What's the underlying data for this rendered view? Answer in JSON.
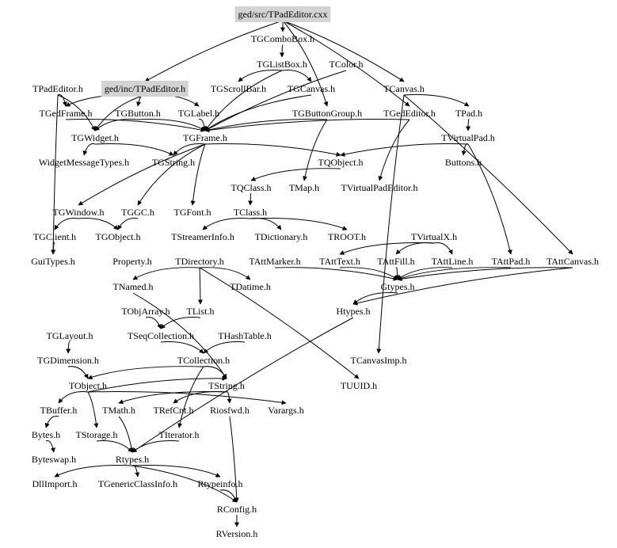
{
  "diagram": {
    "type": "include-dependency-graph",
    "root": "ged/src/TPadEditor.cxx",
    "highlight_color": "#d3d3d3",
    "nodes": [
      {
        "id": "src",
        "label": "ged/src/TPadEditor.cxx",
        "highlight": true
      },
      {
        "id": "TGComboBox",
        "label": "TGComboBox.h"
      },
      {
        "id": "TGListBox",
        "label": "TGListBox.h"
      },
      {
        "id": "TColor",
        "label": "TColor.h"
      },
      {
        "id": "TPadEditor",
        "label": "TPadEditor.h"
      },
      {
        "id": "inc",
        "label": "ged/inc/TPadEditor.h",
        "highlight": true
      },
      {
        "id": "TGScrollBar",
        "label": "TGScrollBar.h"
      },
      {
        "id": "TGCanvas",
        "label": "TGCanvas.h"
      },
      {
        "id": "TCanvas",
        "label": "TCanvas.h"
      },
      {
        "id": "TGedFrame",
        "label": "TGedFrame.h"
      },
      {
        "id": "TGButton",
        "label": "TGButton.h"
      },
      {
        "id": "TGLabel",
        "label": "TGLabel.h"
      },
      {
        "id": "TGButtonGroup",
        "label": "TGButtonGroup.h"
      },
      {
        "id": "TGedEditor",
        "label": "TGedEditor.h"
      },
      {
        "id": "TPad",
        "label": "TPad.h"
      },
      {
        "id": "TGWidget",
        "label": "TGWidget.h"
      },
      {
        "id": "TGFrame",
        "label": "TGFrame.h"
      },
      {
        "id": "TVirtualPad",
        "label": "TVirtualPad.h"
      },
      {
        "id": "WidgetMessageTypes",
        "label": "WidgetMessageTypes.h"
      },
      {
        "id": "TGString",
        "label": "TGString.h"
      },
      {
        "id": "TQObject",
        "label": "TQObject.h"
      },
      {
        "id": "Buttons",
        "label": "Buttons.h"
      },
      {
        "id": "TQClass",
        "label": "TQClass.h"
      },
      {
        "id": "TMap",
        "label": "TMap.h"
      },
      {
        "id": "TVirtualPadEditor",
        "label": "TVirtualPadEditor.h"
      },
      {
        "id": "TGWindow",
        "label": "TGWindow.h"
      },
      {
        "id": "TGGC",
        "label": "TGGC.h"
      },
      {
        "id": "TGFont",
        "label": "TGFont.h"
      },
      {
        "id": "TClass",
        "label": "TClass.h"
      },
      {
        "id": "TGClient",
        "label": "TGClient.h"
      },
      {
        "id": "TGObject",
        "label": "TGObject.h"
      },
      {
        "id": "TStreamerInfo",
        "label": "TStreamerInfo.h"
      },
      {
        "id": "TDictionary",
        "label": "TDictionary.h"
      },
      {
        "id": "TROOT",
        "label": "TROOT.h"
      },
      {
        "id": "TVirtualX",
        "label": "TVirtualX.h"
      },
      {
        "id": "GuiTypes",
        "label": "GuiTypes.h"
      },
      {
        "id": "Property",
        "label": "Property.h"
      },
      {
        "id": "TDirectory",
        "label": "TDirectory.h"
      },
      {
        "id": "TAttMarker",
        "label": "TAttMarker.h"
      },
      {
        "id": "TAttText",
        "label": "TAttText.h"
      },
      {
        "id": "TAttFill",
        "label": "TAttFill.h"
      },
      {
        "id": "TAttLine",
        "label": "TAttLine.h"
      },
      {
        "id": "TAttPad",
        "label": "TAttPad.h"
      },
      {
        "id": "TAttCanvas",
        "label": "TAttCanvas.h"
      },
      {
        "id": "TNamed",
        "label": "TNamed.h"
      },
      {
        "id": "TDatime",
        "label": "TDatime.h"
      },
      {
        "id": "Gtypes",
        "label": "Gtypes.h"
      },
      {
        "id": "TObjArray",
        "label": "TObjArray.h"
      },
      {
        "id": "TList",
        "label": "TList.h"
      },
      {
        "id": "Htypes",
        "label": "Htypes.h"
      },
      {
        "id": "TGLayout",
        "label": "TGLayout.h"
      },
      {
        "id": "TSeqCollection",
        "label": "TSeqCollection.h"
      },
      {
        "id": "THashTable",
        "label": "THashTable.h"
      },
      {
        "id": "TGDimension",
        "label": "TGDimension.h"
      },
      {
        "id": "TCollection",
        "label": "TCollection.h"
      },
      {
        "id": "TCanvasImp",
        "label": "TCanvasImp.h"
      },
      {
        "id": "TObject",
        "label": "TObject.h"
      },
      {
        "id": "TString",
        "label": "TString.h"
      },
      {
        "id": "TUUID",
        "label": "TUUID.h"
      },
      {
        "id": "TBuffer",
        "label": "TBuffer.h"
      },
      {
        "id": "TMath",
        "label": "TMath.h"
      },
      {
        "id": "TRefCnt",
        "label": "TRefCnt.h"
      },
      {
        "id": "Riosfwd",
        "label": "Riosfwd.h"
      },
      {
        "id": "Varargs",
        "label": "Varargs.h"
      },
      {
        "id": "Bytes",
        "label": "Bytes.h"
      },
      {
        "id": "TStorage",
        "label": "TStorage.h"
      },
      {
        "id": "TIterator",
        "label": "TIterator.h"
      },
      {
        "id": "Byteswap",
        "label": "Byteswap.h"
      },
      {
        "id": "Rtypes",
        "label": "Rtypes.h"
      },
      {
        "id": "DllImport",
        "label": "DllImport.h"
      },
      {
        "id": "TGenericClassInfo",
        "label": "TGenericClassInfo.h"
      },
      {
        "id": "Rtypeinfo",
        "label": "Rtypeinfo.h"
      },
      {
        "id": "RConfig",
        "label": "RConfig.h"
      },
      {
        "id": "RVersion",
        "label": "RVersion.h"
      }
    ],
    "edges": [
      [
        "src",
        "TGComboBox"
      ],
      [
        "src",
        "inc"
      ],
      [
        "src",
        "TCanvas"
      ],
      [
        "src",
        "TGButtonGroup"
      ],
      [
        "src",
        "TGedEditor"
      ],
      [
        "TGComboBox",
        "TGListBox"
      ],
      [
        "TGListBox",
        "TGScrollBar"
      ],
      [
        "TGListBox",
        "TGCanvas"
      ],
      [
        "TGListBox",
        "TGFrame"
      ],
      [
        "TColor",
        "TGFrame"
      ],
      [
        "inc",
        "TGedFrame"
      ],
      [
        "inc",
        "TGWidget"
      ],
      [
        "inc",
        "TGLabel"
      ],
      [
        "inc",
        "TGButton"
      ],
      [
        "TPadEditor",
        "TGedFrame"
      ],
      [
        "TPadEditor",
        "TGWidget"
      ],
      [
        "TPadEditor",
        "GuiTypes"
      ],
      [
        "TGButton",
        "TGWidget"
      ],
      [
        "TGButton",
        "TGFrame"
      ],
      [
        "TGLabel",
        "TGFrame"
      ],
      [
        "TGedFrame",
        "TGFrame"
      ],
      [
        "TGButtonGroup",
        "TGFrame"
      ],
      [
        "TGButtonGroup",
        "TMap"
      ],
      [
        "TGedEditor",
        "TGFrame"
      ],
      [
        "TGedEditor",
        "TVirtualPadEditor"
      ],
      [
        "TGCanvas",
        "TGFrame"
      ],
      [
        "TCanvas",
        "TPad"
      ],
      [
        "TCanvas",
        "TAttCanvas"
      ],
      [
        "TCanvas",
        "TCanvasImp"
      ],
      [
        "TPad",
        "TVirtualPad"
      ],
      [
        "TVirtualPad",
        "TQObject"
      ],
      [
        "TVirtualPad",
        "Buttons"
      ],
      [
        "TVirtualPad",
        "TAttPad"
      ],
      [
        "TGWidget",
        "WidgetMessageTypes"
      ],
      [
        "TGWidget",
        "TGString"
      ],
      [
        "TGFrame",
        "TGString"
      ],
      [
        "TGFrame",
        "TQObject"
      ],
      [
        "TGFrame",
        "TGWindow"
      ],
      [
        "TGFrame",
        "TGGC"
      ],
      [
        "TGFrame",
        "TGFont"
      ],
      [
        "TQObject",
        "TQClass"
      ],
      [
        "TQClass",
        "TClass"
      ],
      [
        "TGWindow",
        "TGClient"
      ],
      [
        "TGWindow",
        "TGObject"
      ],
      [
        "TGGC",
        "TGObject"
      ],
      [
        "TClass",
        "TStreamerInfo"
      ],
      [
        "TClass",
        "TDictionary"
      ],
      [
        "TClass",
        "TROOT"
      ],
      [
        "TGClient",
        "GuiTypes"
      ],
      [
        "TVirtualX",
        "TAttText"
      ],
      [
        "TVirtualX",
        "TAttLine"
      ],
      [
        "TVirtualX",
        "TAttFill"
      ],
      [
        "TAttText",
        "Gtypes"
      ],
      [
        "TAttFill",
        "Gtypes"
      ],
      [
        "TAttLine",
        "Gtypes"
      ],
      [
        "TAttPad",
        "Gtypes"
      ],
      [
        "TAttCanvas",
        "Gtypes"
      ],
      [
        "TAttMarker",
        "Gtypes"
      ],
      [
        "Gtypes",
        "Htypes"
      ],
      [
        "TAttCanvas",
        "Htypes"
      ],
      [
        "TDirectory",
        "TNamed"
      ],
      [
        "TDirectory",
        "TDatime"
      ],
      [
        "TDirectory",
        "TList"
      ],
      [
        "TDirectory",
        "TUUID"
      ],
      [
        "TNamed",
        "TString"
      ],
      [
        "TObjArray",
        "TSeqCollection"
      ],
      [
        "TList",
        "TSeqCollection"
      ],
      [
        "TSeqCollection",
        "TCollection"
      ],
      [
        "THashTable",
        "TCollection"
      ],
      [
        "TCollection",
        "TObject"
      ],
      [
        "TCollection",
        "TString"
      ],
      [
        "TCollection",
        "TIterator"
      ],
      [
        "TGLayout",
        "TGDimension"
      ],
      [
        "TGDimension",
        "TObject"
      ],
      [
        "TObject",
        "TBuffer"
      ],
      [
        "TObject",
        "Varargs"
      ],
      [
        "TObject",
        "TStorage"
      ],
      [
        "TObject",
        "TString"
      ],
      [
        "TString",
        "TRefCnt"
      ],
      [
        "TString",
        "Riosfwd"
      ],
      [
        "TString",
        "TMath"
      ],
      [
        "TBuffer",
        "Bytes"
      ],
      [
        "Bytes",
        "Byteswap"
      ],
      [
        "TStorage",
        "Rtypes"
      ],
      [
        "TIterator",
        "Rtypes"
      ],
      [
        "Htypes",
        "Rtypes"
      ],
      [
        "TMath",
        "Rtypes"
      ],
      [
        "Rtypes",
        "DllImport"
      ],
      [
        "Rtypes",
        "TGenericClassInfo"
      ],
      [
        "Rtypes",
        "Rtypeinfo"
      ],
      [
        "Rtypes",
        "RConfig"
      ],
      [
        "Rtypeinfo",
        "RConfig"
      ],
      [
        "Riosfwd",
        "RConfig"
      ],
      [
        "RConfig",
        "RVersion"
      ]
    ]
  }
}
